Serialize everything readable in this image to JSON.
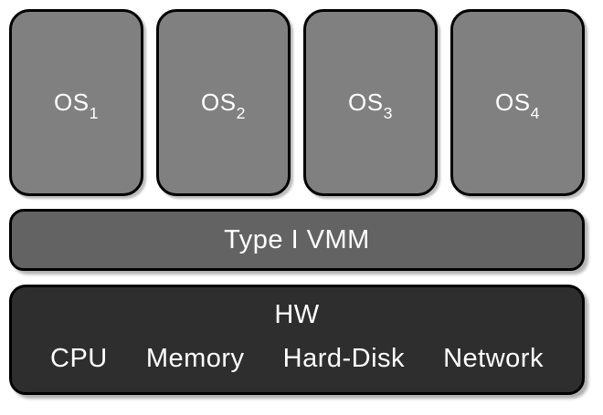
{
  "diagram": {
    "title": "Type I VMM architecture diagram",
    "os_boxes": [
      {
        "base": "OS",
        "sub": "1"
      },
      {
        "base": "OS",
        "sub": "2"
      },
      {
        "base": "OS",
        "sub": "3"
      },
      {
        "base": "OS",
        "sub": "4"
      }
    ],
    "vmm": {
      "label": "Type I VMM"
    },
    "hw": {
      "title": "HW",
      "components": [
        "CPU",
        "Memory",
        "Hard-Disk",
        "Network"
      ]
    },
    "colors": {
      "os_fill": "#808080",
      "vmm_fill": "#636363",
      "hw_fill": "#2e2e2e",
      "border": "#000000",
      "text": "#ffffff",
      "shadow": "#b5b5b5",
      "background": "#ffffff"
    }
  }
}
